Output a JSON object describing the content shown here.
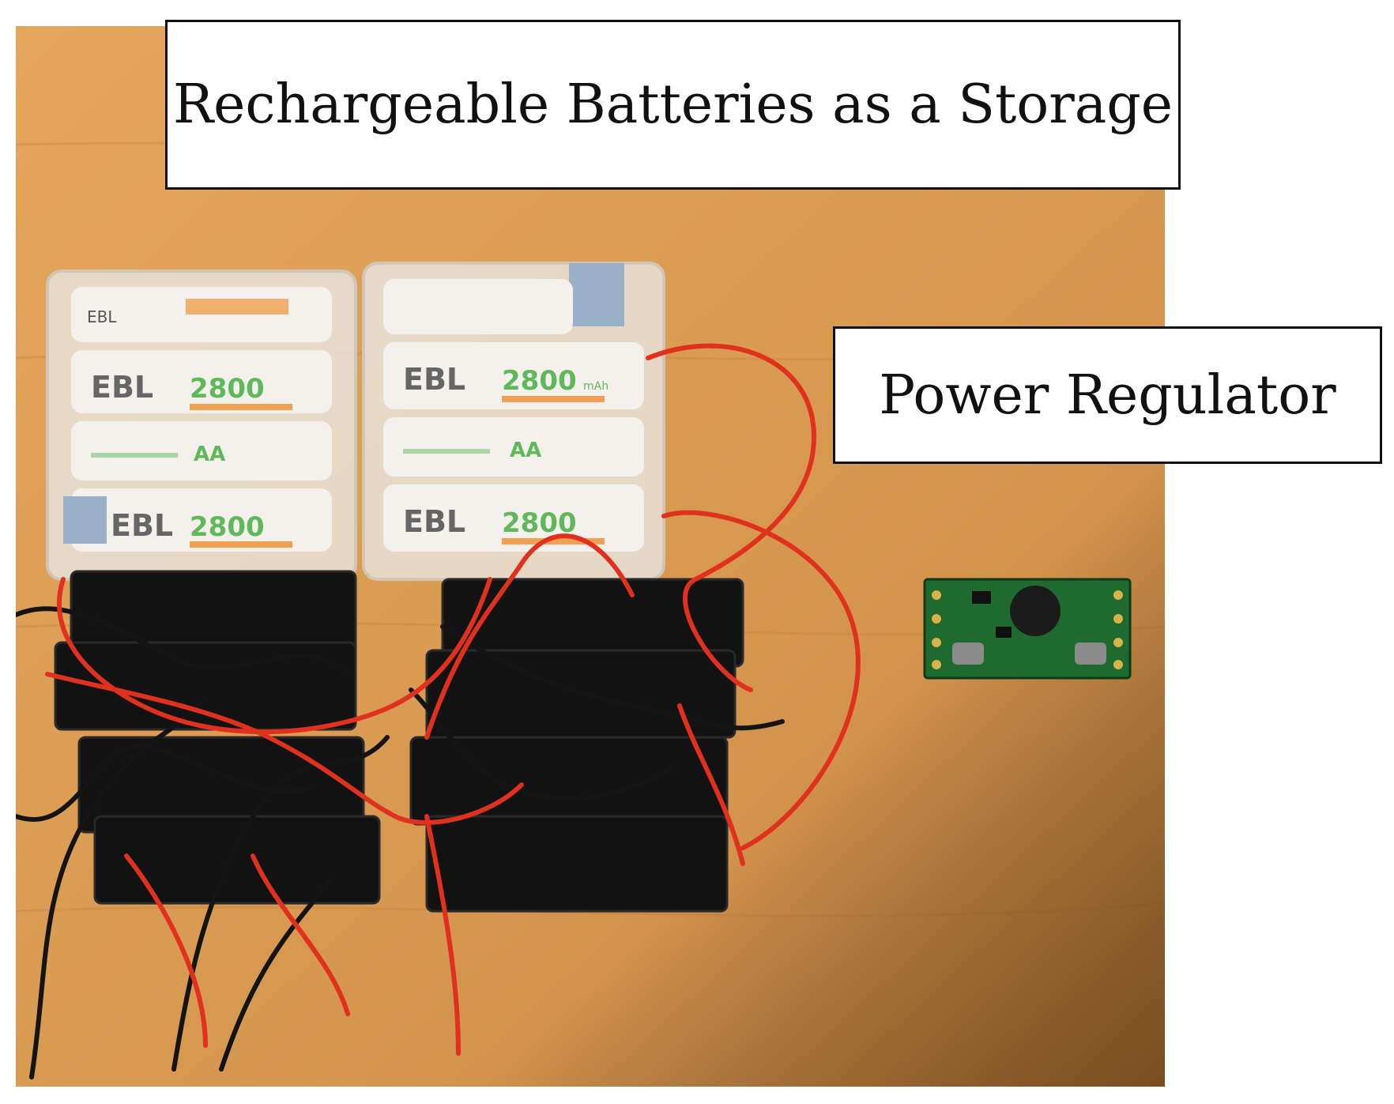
{
  "figure": {
    "label_storage": "Rechargeable Batteries as a Storage",
    "label_regulator": "Power Regulator",
    "battery_brand": "EBL",
    "battery_capacity": "2800",
    "battery_capacity_unit": "mAh",
    "battery_size": "AA"
  },
  "colors": {
    "wood": "#d99a52",
    "wire_red": "#e0301e",
    "wire_black": "#141414",
    "holder": "#121212",
    "pcb": "#1f6b2f",
    "battery_green": "#5fb85a",
    "battery_orange": "#f0a050"
  }
}
